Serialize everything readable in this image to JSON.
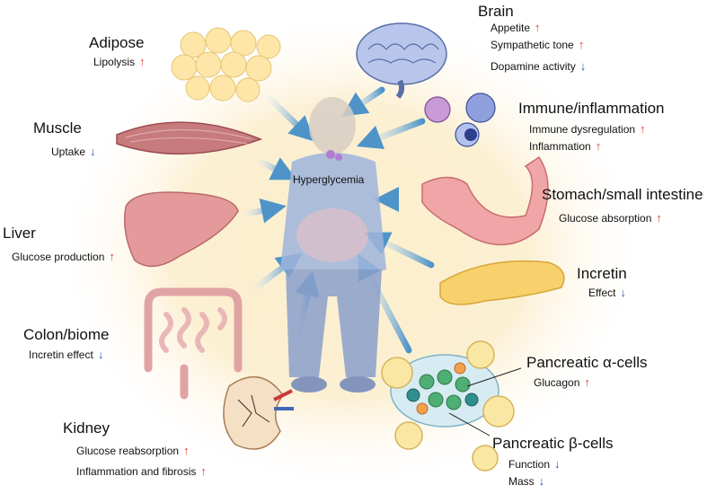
{
  "center": {
    "label": "Hyperglycemia"
  },
  "colors": {
    "increase": "#d8442a",
    "decrease": "#2b57b3",
    "arrow": "#5b9fd0",
    "glow": "#fbe7b8"
  },
  "organs": [
    {
      "id": "adipose",
      "title": "Adipose",
      "effects": [
        {
          "text": "Lipolysis",
          "dir": "up"
        }
      ]
    },
    {
      "id": "brain",
      "title": "Brain",
      "effects": [
        {
          "text": "Appetite",
          "dir": "up"
        },
        {
          "text": "Sympathetic tone",
          "dir": "up"
        },
        {
          "text": "Dopamine activity",
          "dir": "down"
        }
      ]
    },
    {
      "id": "muscle",
      "title": "Muscle",
      "effects": [
        {
          "text": "Uptake",
          "dir": "down"
        }
      ]
    },
    {
      "id": "immune",
      "title": "Immune/inflammation",
      "effects": [
        {
          "text": "Immune dysregulation",
          "dir": "up"
        },
        {
          "text": "Inflammation",
          "dir": "up"
        }
      ]
    },
    {
      "id": "stomach",
      "title": "Stomach/small intestine",
      "effects": [
        {
          "text": "Glucose absorption",
          "dir": "up"
        }
      ]
    },
    {
      "id": "liver",
      "title": "Liver",
      "effects": [
        {
          "text": "Glucose production",
          "dir": "up"
        }
      ]
    },
    {
      "id": "incretin",
      "title": "Incretin",
      "effects": [
        {
          "text": "Effect",
          "dir": "down"
        }
      ]
    },
    {
      "id": "colon",
      "title": "Colon/biome",
      "effects": [
        {
          "text": "Incretin effect",
          "dir": "down"
        }
      ]
    },
    {
      "id": "alpha",
      "title": "Pancreatic α-cells",
      "effects": [
        {
          "text": "Glucagon",
          "dir": "up"
        }
      ]
    },
    {
      "id": "kidney",
      "title": "Kidney",
      "effects": [
        {
          "text": "Glucose reabsorption",
          "dir": "up"
        },
        {
          "text": "Inflammation and fibrosis",
          "dir": "up"
        }
      ]
    },
    {
      "id": "beta",
      "title": "Pancreatic β-cells",
      "effects": [
        {
          "text": "Function",
          "dir": "down"
        },
        {
          "text": "Mass",
          "dir": "down"
        }
      ]
    }
  ],
  "arrow_glyphs": {
    "up": "↑",
    "down": "↓"
  }
}
